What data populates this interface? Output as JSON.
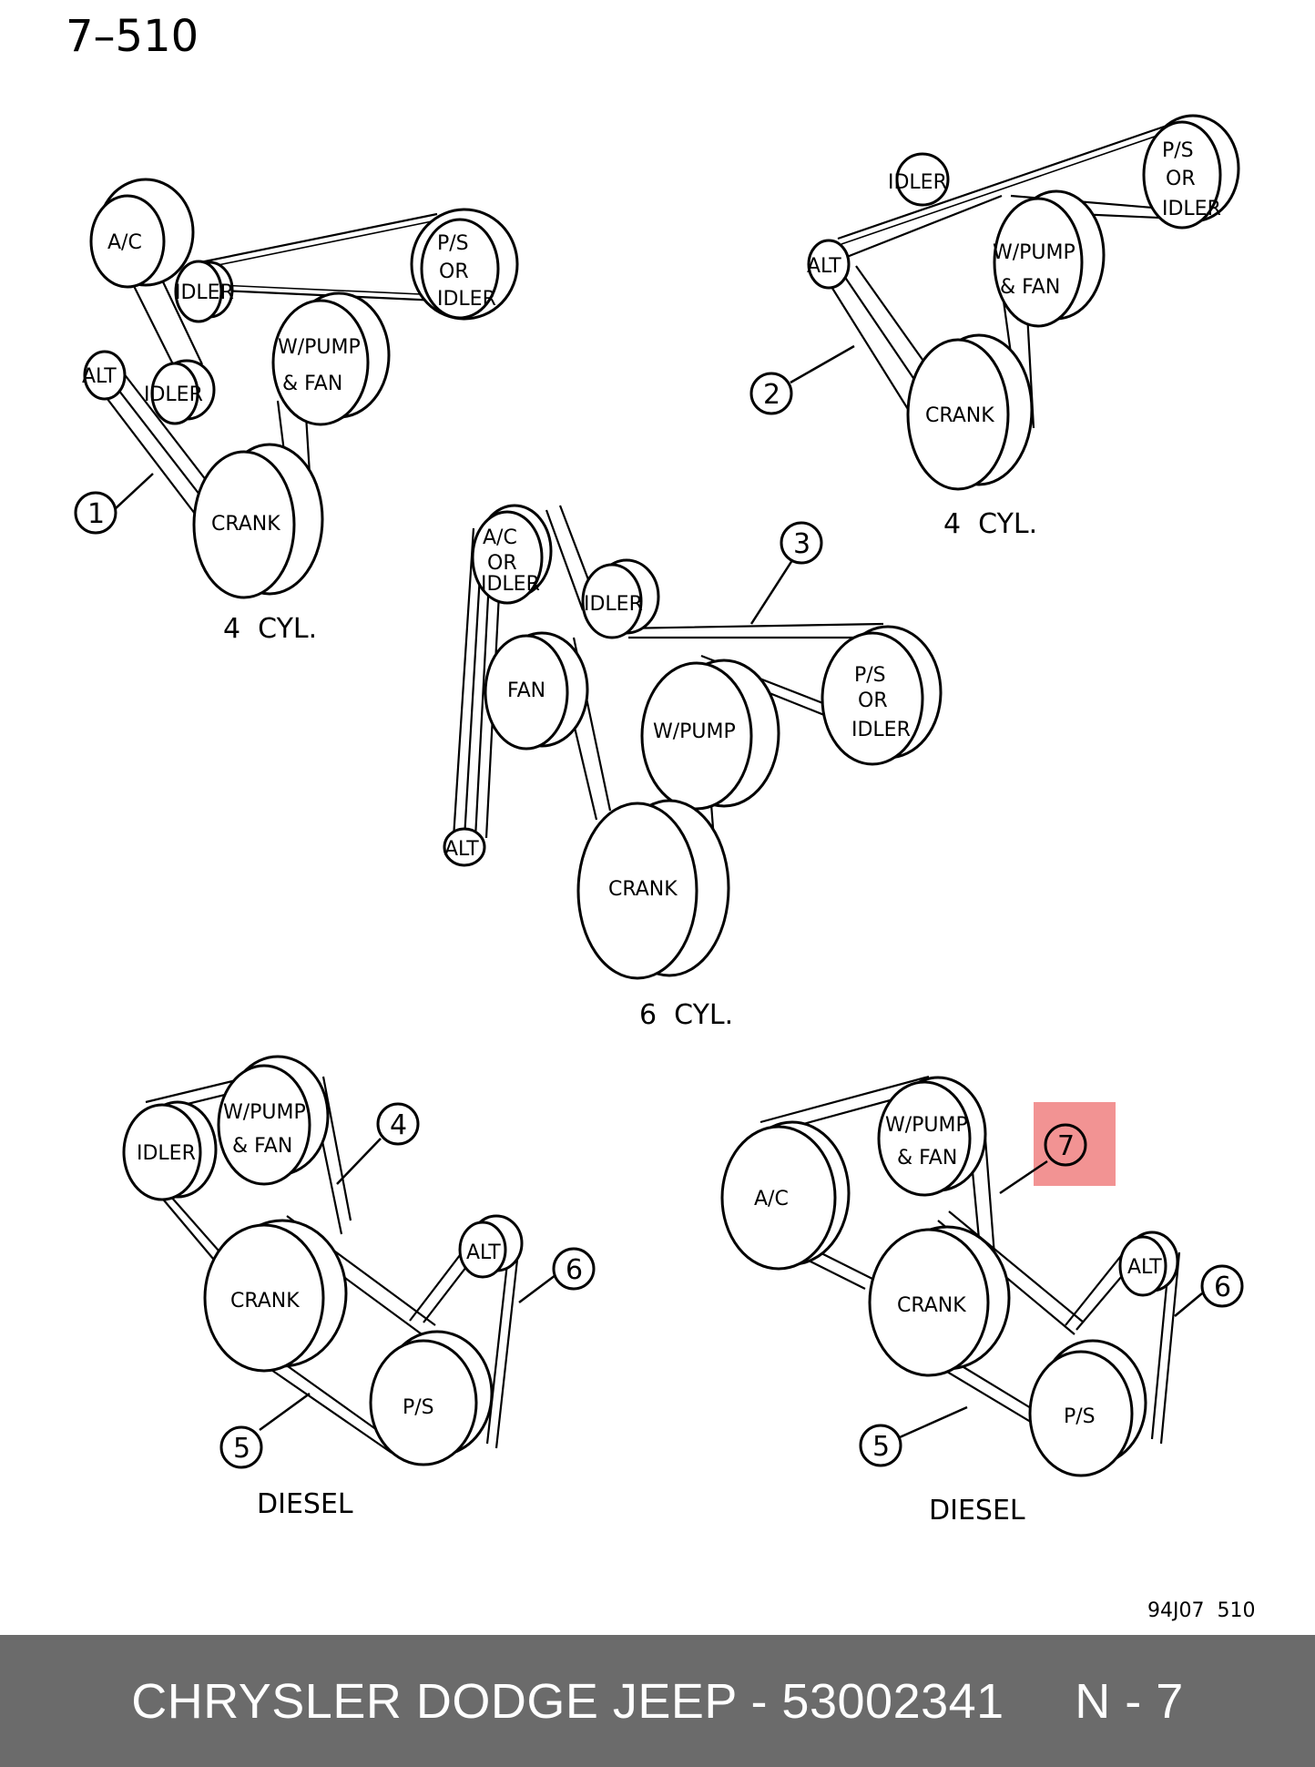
{
  "page_ref": "7–510",
  "figure_code": "94J07  510",
  "footer": {
    "text": "CHRYSLER DODGE JEEP - 53002341     N - 7"
  },
  "diagrams": [
    {
      "caption": "4  CYL.",
      "pulleys": [
        "A/C",
        "IDLER",
        "P/S\nOR\nIDLER",
        "ALT",
        "IDLER",
        "W/PUMP\n& FAN",
        "CRANK"
      ],
      "callouts": [
        "1"
      ]
    },
    {
      "caption": "4  CYL.",
      "pulleys": [
        "IDLER",
        "P/S\nOR\nIDLER",
        "ALT",
        "W/PUMP\n& FAN",
        "CRANK"
      ],
      "callouts": [
        "2"
      ]
    },
    {
      "caption": "6  CYL.",
      "pulleys": [
        "A/C\nOR\nIDLER",
        "IDLER",
        "FAN",
        "W/PUMP",
        "P/S\nOR\nIDLER",
        "ALT",
        "CRANK"
      ],
      "callouts": [
        "3"
      ]
    },
    {
      "caption": "DIESEL",
      "pulleys": [
        "IDLER",
        "W/PUMP\n& FAN",
        "ALT",
        "CRANK",
        "P/S"
      ],
      "callouts": [
        "4",
        "6",
        "5"
      ]
    },
    {
      "caption": "DIESEL",
      "pulleys": [
        "A/C",
        "W/PUMP\n& FAN",
        "ALT",
        "CRANK",
        "P/S"
      ],
      "callouts": [
        "7",
        "6",
        "5"
      ]
    }
  ],
  "highlight_color": "#f08080"
}
